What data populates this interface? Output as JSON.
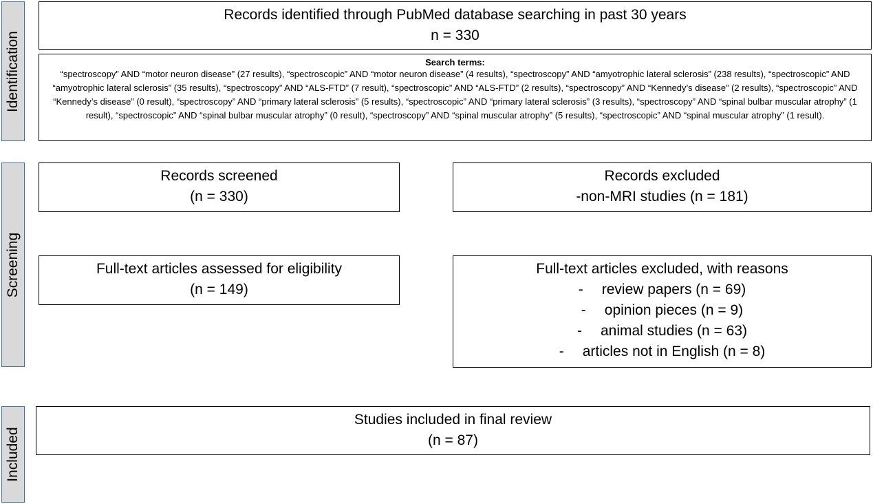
{
  "stages": {
    "identification": "Identification",
    "screening": "Screening",
    "included": "Included"
  },
  "identification": {
    "records_identified": "Records identified through PubMed database searching in past 30 years",
    "records_identified_n": "n = 330",
    "search_terms_title": "Search terms:",
    "search_terms_text": "“spectroscopy” AND “motor neuron disease” (27 results), “spectroscopic” AND “motor neuron disease” (4 results), “spectroscopy” AND “amyotrophic lateral sclerosis” (238 results), “spectroscopic” AND “amyotrophic lateral sclerosis” (35 results), “spectroscopy” AND “ALS-FTD” (7 result), “spectroscopic” AND “ALS-FTD” (2 results), “spectroscopy” AND “Kennedy’s disease” (2 results), “spectroscopic” AND “Kennedy’s disease” (0 result), “spectroscopy” AND “primary lateral sclerosis” (5 results), “spectroscopic” AND “primary lateral sclerosis” (3 results),  “spectroscopy” AND “spinal bulbar muscular atrophy” (1 result), “spectroscopic” AND “spinal bulbar muscular atrophy” (0 result), “spectroscopy” AND “spinal muscular atrophy” (5 results), “spectroscopic” AND “spinal muscular atrophy” (1 result)."
  },
  "screening": {
    "screened_label": "Records screened",
    "screened_n": "(n = 330)",
    "excluded_label": "Records excluded",
    "excluded_detail": "-non-MRI studies (n = 181)",
    "fulltext_label": "Full-text articles assessed for eligibility",
    "fulltext_n": "(n = 149)",
    "fulltext_excluded_label": "Full-text articles excluded, with reasons",
    "reasons": [
      {
        "dash": "-",
        "text": "review papers (n = 69)"
      },
      {
        "dash": "-",
        "text": "opinion pieces (n = 9)"
      },
      {
        "dash": "-",
        "text": "animal studies (n = 63)"
      },
      {
        "dash": "-",
        "text": "articles not in English (n = 8)"
      }
    ]
  },
  "included": {
    "label": "Studies included in final review",
    "n": "(n = 87)"
  },
  "colors": {
    "stage_fill": "#d9d9d9",
    "stage_border": "#41719c",
    "box_border": "#000000"
  }
}
